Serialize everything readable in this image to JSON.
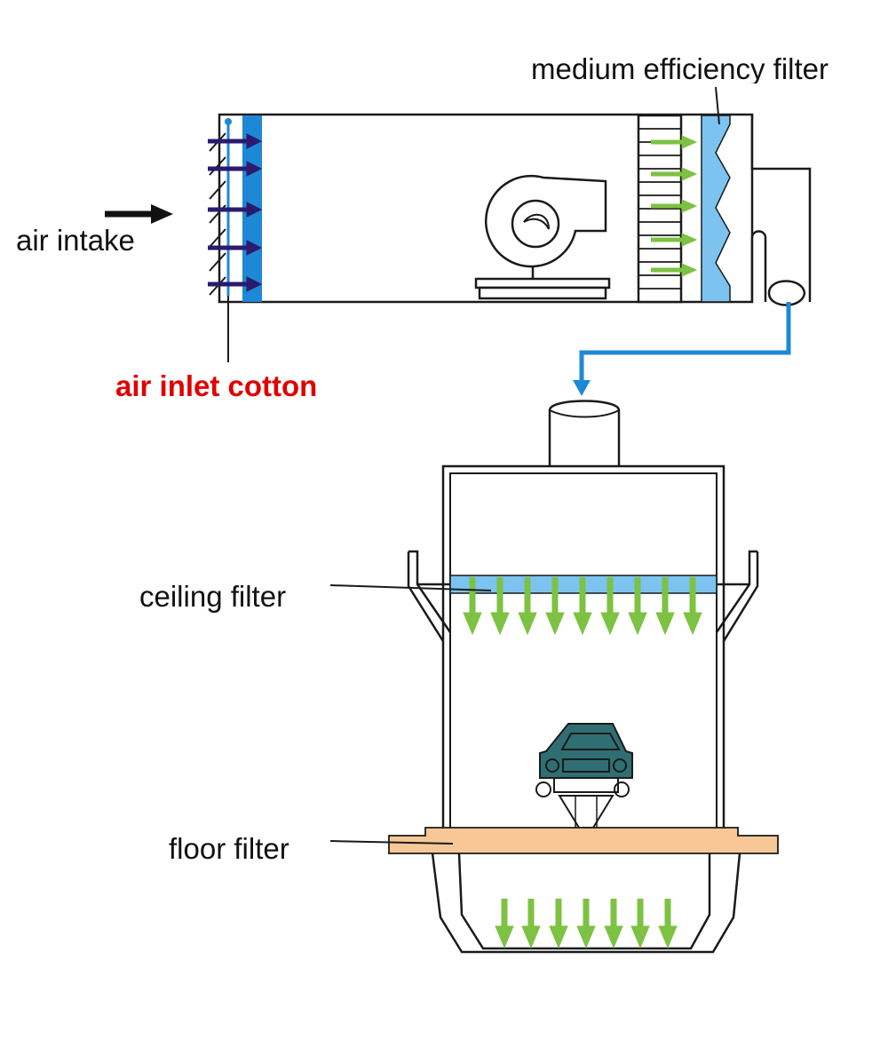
{
  "labels": {
    "medium_filter": "medium efficiency filter",
    "air_intake": "air intake",
    "inlet_cotton": "air inlet cotton",
    "ceiling_filter": "ceiling filter",
    "floor_filter": "floor filter"
  },
  "colors": {
    "outline": "#1a1a1a",
    "intake_arrow": "#2b1a6e",
    "inlet_cotton": "#1e88d6",
    "filter_light_blue": "#7cc4ef",
    "airflow_green": "#7dc242",
    "duct_blue": "#1e88d6",
    "floor_filter": "#f7c896",
    "car_body": "#2f6f73",
    "label_red": "#e00000"
  },
  "icons": {
    "fan": "centrifugal-fan-icon",
    "car": "car-icon",
    "arrow": "arrow-icon"
  }
}
